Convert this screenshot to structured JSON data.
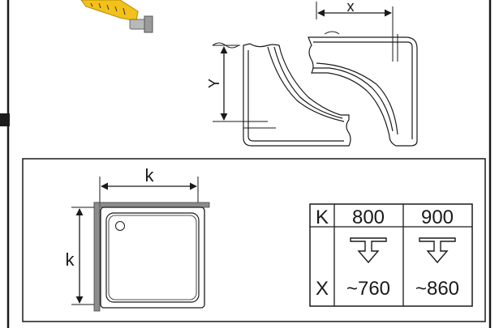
{
  "top_diagram": {
    "dimension_x_label": "x",
    "dimension_y_label": "Y"
  },
  "bottom_diagram": {
    "dimension_k_top_label": "k",
    "dimension_k_side_label": "k"
  },
  "size_table": {
    "k_header": "K",
    "x_header": "X",
    "columns": [
      {
        "k_value": "800",
        "x_value": "~760"
      },
      {
        "k_value": "900",
        "x_value": "~860"
      }
    ]
  },
  "icons": {
    "tape_measure": "tape-measure-icon",
    "transform_arrow": "downward-arrow-icon"
  },
  "colors": {
    "line": "#1a1a1a",
    "frame_gray": "#8c8c8c",
    "tape_yellow": "#f2c21b"
  }
}
